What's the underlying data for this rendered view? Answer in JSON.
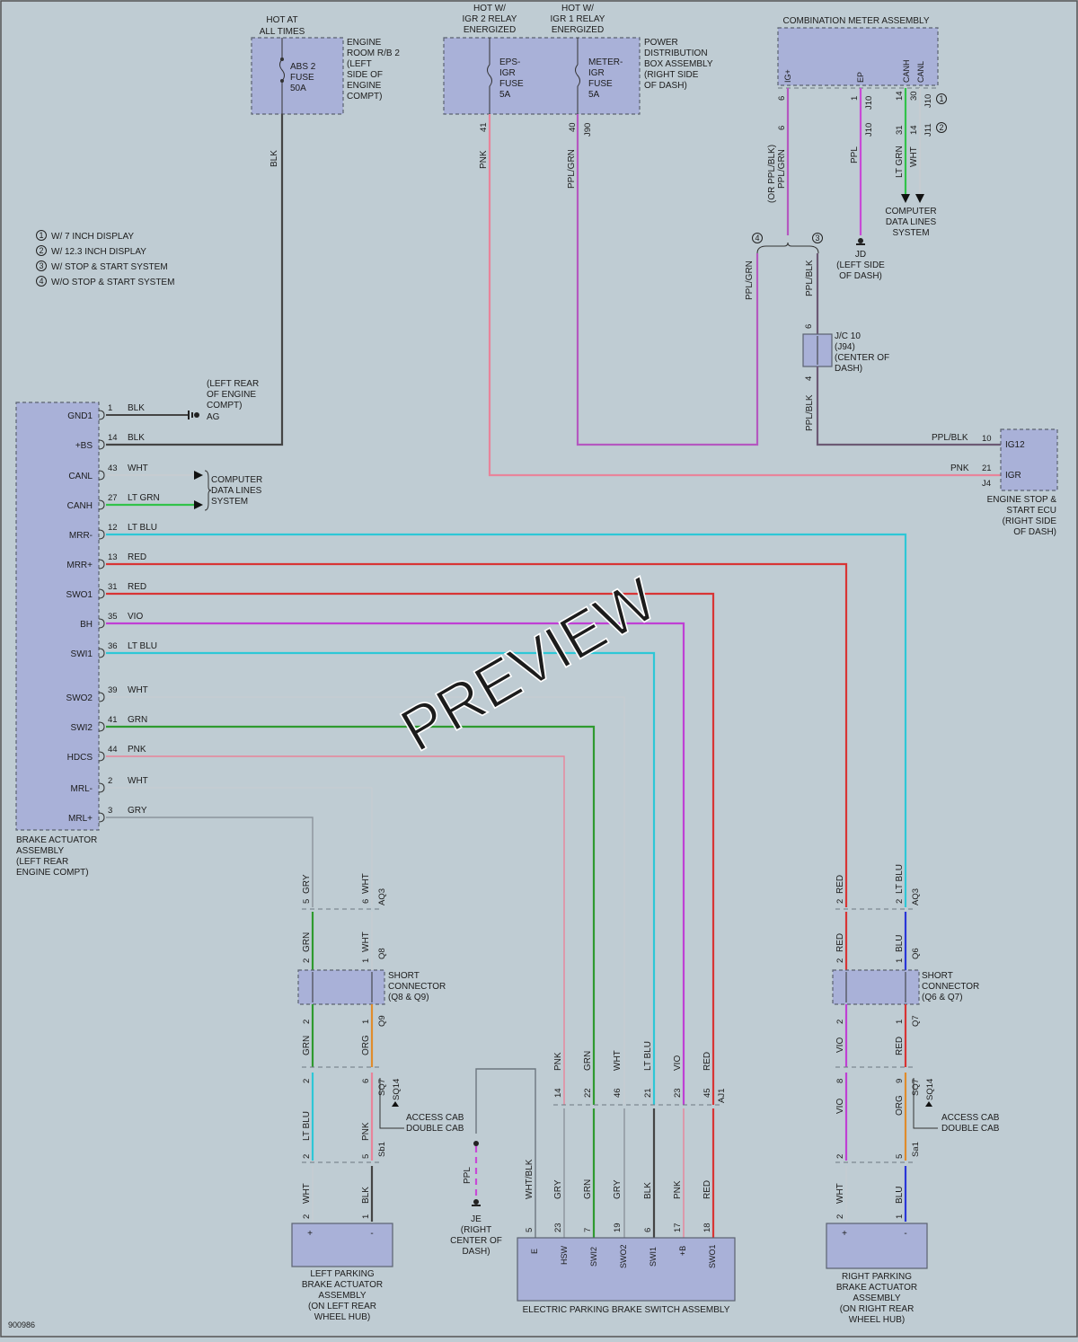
{
  "watermark": "PREVIEW",
  "diagram_id": "900986",
  "colors": {
    "BLK": "#444444",
    "WHT": "#c6ccd1",
    "LT GRN": "#32c24a",
    "LT BLU": "#2ec7d6",
    "RED": "#d83434",
    "VIO": "#bf3fd4",
    "GRN": "#2f9a2f",
    "PNK": "#e8849a",
    "GRY": "#8c949c",
    "ORG": "#e08c2c",
    "BLU": "#2a36d8",
    "PPL": "#c84ad6",
    "PPL/BLK": "#6c5a74",
    "PPL/GRN": "#b458c0"
  },
  "legend": [
    {
      "num": "1",
      "text": "W/ 7 INCH DISPLAY"
    },
    {
      "num": "2",
      "text": "W/ 12.3 INCH DISPLAY"
    },
    {
      "num": "3",
      "text": "W/ STOP & START SYSTEM"
    },
    {
      "num": "4",
      "text": "W/O STOP & START SYSTEM"
    }
  ],
  "hot_labels": {
    "abs": [
      "HOT AT",
      "ALL TIMES"
    ],
    "igr2": [
      "HOT W/",
      "IGR 2 RELAY",
      "ENERGIZED"
    ],
    "igr1": [
      "HOT W/",
      "IGR 1 RELAY",
      "ENERGIZED"
    ]
  },
  "components": {
    "engine_room_rb2": [
      "ENGINE",
      "ROOM R/B 2",
      "(LEFT",
      "SIDE OF",
      "ENGINE",
      "COMPT)"
    ],
    "abs_fuse": [
      "ABS 2",
      "FUSE",
      "50A"
    ],
    "eps_fuse": [
      "EPS-",
      "IGR",
      "FUSE",
      "5A"
    ],
    "meter_fuse": [
      "METER-",
      "IGR",
      "FUSE",
      "5A"
    ],
    "power_dist": [
      "POWER",
      "DISTRIBUTION",
      "BOX ASSEMBLY",
      "(RIGHT SIDE",
      "OF DASH)"
    ],
    "combination_meter": "COMBINATION METER ASSEMBLY",
    "meter_pins": [
      "IG+",
      "EP",
      "CANH",
      "CANL"
    ],
    "computer_data_lines_right": [
      "COMPUTER",
      "DATA LINES",
      "SYSTEM"
    ],
    "jd_ground": [
      "JD",
      "(LEFT SIDE",
      "OF DASH)"
    ],
    "jc10": [
      "J/C 10",
      "(J94)",
      "(CENTER OF",
      "DASH)"
    ],
    "engine_stop_ecu": [
      "ENGINE STOP &",
      "START ECU",
      "(RIGHT SIDE",
      "OF DASH)"
    ],
    "ecu_pins": [
      "IG12",
      "IGR"
    ],
    "ag_ground": [
      "(LEFT REAR",
      "OF ENGINE",
      "COMPT)",
      "AG"
    ],
    "computer_data_lines_left": [
      "COMPUTER",
      "DATA LINES",
      "SYSTEM"
    ],
    "brake_actuator": [
      "BRAKE ACTUATOR",
      "ASSEMBLY",
      "(LEFT REAR",
      "ENGINE COMPT)"
    ],
    "short_conn_left": [
      "SHORT",
      "CONNECTOR",
      "(Q8 & Q9)"
    ],
    "short_conn_right": [
      "SHORT",
      "CONNECTOR",
      "(Q6 & Q7)"
    ],
    "access_cab": [
      "ACCESS CAB",
      "DOUBLE CAB"
    ],
    "je_ground": [
      "JE",
      "(RIGHT",
      "CENTER OF",
      "DASH)"
    ],
    "left_pba": [
      "LEFT PARKING",
      "BRAKE ACTUATOR",
      "ASSEMBLY",
      "(ON LEFT REAR",
      "WHEEL HUB)"
    ],
    "right_pba": [
      "RIGHT PARKING",
      "BRAKE ACTUATOR",
      "ASSEMBLY",
      "(ON RIGHT REAR",
      "WHEEL HUB)"
    ],
    "epb_switch": "ELECTRIC PARKING BRAKE SWITCH ASSEMBLY",
    "epb_pins": [
      "E",
      "HSW",
      "SWI2",
      "SWO2",
      "SWI1",
      "+B",
      "SWO1"
    ],
    "pba_pins": [
      "+",
      "-"
    ]
  },
  "actuator_pins": [
    {
      "name": "GND1",
      "pin": "1",
      "color": "BLK"
    },
    {
      "name": "+BS",
      "pin": "14",
      "color": "BLK"
    },
    {
      "name": "CANL",
      "pin": "43",
      "color": "WHT"
    },
    {
      "name": "CANH",
      "pin": "27",
      "color": "LT GRN"
    },
    {
      "name": "MRR-",
      "pin": "12",
      "color": "LT BLU"
    },
    {
      "name": "MRR+",
      "pin": "13",
      "color": "RED"
    },
    {
      "name": "SWO1",
      "pin": "31",
      "color": "RED"
    },
    {
      "name": "BH",
      "pin": "35",
      "color": "VIO"
    },
    {
      "name": "SWI1",
      "pin": "36",
      "color": "LT BLU"
    },
    {
      "name": "SWO2",
      "pin": "39",
      "color": "WHT"
    },
    {
      "name": "SWI2",
      "pin": "41",
      "color": "GRN"
    },
    {
      "name": "HDCS",
      "pin": "44",
      "color": "PNK"
    },
    {
      "name": "MRL-",
      "pin": "2",
      "color": "WHT"
    },
    {
      "name": "MRL+",
      "pin": "3",
      "color": "GRY"
    }
  ],
  "wire_text": {
    "blk": "BLK",
    "pnk": "PNK",
    "ppl_grn": "PPL/GRN",
    "ppl_blk": "PPL/BLK",
    "ppl": "PPL",
    "lt_grn": "LT GRN",
    "wht": "WHT",
    "or_ppl_blk": "(OR PPL/BLK)",
    "ppl_grn2": "PPL/GRN",
    "grn": "GRN",
    "org": "ORG",
    "lt_blu": "LT BLU",
    "gry": "GRY",
    "red": "RED",
    "vio": "VIO",
    "blu": "BLU",
    "wht_blk": "WHT/BLK"
  },
  "pin_text": {
    "p41": "41",
    "p40": "40",
    "j90": "J90",
    "p6a": "6",
    "p6b": "6",
    "p1": "1",
    "p14": "14",
    "p30": "30",
    "j10a": "J10",
    "j10b": "J10",
    "j10c": "J10",
    "j11": "J11",
    "p31": "31",
    "p14b": "14",
    "jc6": "6",
    "jc4": "4",
    "e10": "10",
    "e21": "21",
    "j4": "J4",
    "l_5": "5",
    "l_6": "6",
    "aq3": "AQ3",
    "l_2a": "2",
    "l_1a": "1",
    "q8": "Q8",
    "l_2b": "2",
    "l_1b": "1",
    "q9": "Q9",
    "l_2c": "2",
    "l_6b": "6",
    "sq7": "SQ7",
    "sq14": "SQ14",
    "l_2d": "2",
    "l_5b": "5",
    "sb1": "Sb1",
    "l_2e": "2",
    "l_1e": "1",
    "r_2a": "2",
    "r_2b": "2",
    "aq3b": "AQ3",
    "r_2c": "2",
    "r_1c": "1",
    "q6": "Q6",
    "r_2d": "2",
    "r_1d": "1",
    "q7": "Q7",
    "r_8": "8",
    "r_9": "9",
    "sq7b": "SQ7",
    "sq14b": "SQ14",
    "r_2e": "2",
    "r_5": "5",
    "sa1": "Sa1",
    "r_2f": "2",
    "r_1f": "1",
    "s14": "14",
    "s22": "22",
    "s46": "46",
    "s21": "21",
    "s23": "23",
    "s45": "45",
    "aj1": "AJ1",
    "b5": "5",
    "b23": "23",
    "b7": "7",
    "b19": "19",
    "b6": "6",
    "b17": "17",
    "b18": "18"
  }
}
